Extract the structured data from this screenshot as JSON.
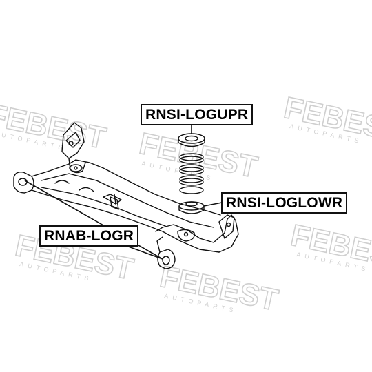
{
  "watermark": {
    "brand": "FEBEST",
    "tagline": "AUTOPARTS",
    "color": "#c8c8c8"
  },
  "labels": {
    "upper_seat": "RNSI-LOGUPR",
    "lower_seat": "RNSI-LOGLOWR",
    "bushing": "RNAB-LOGR"
  },
  "colors": {
    "line": "#111111",
    "background": "#ffffff"
  }
}
